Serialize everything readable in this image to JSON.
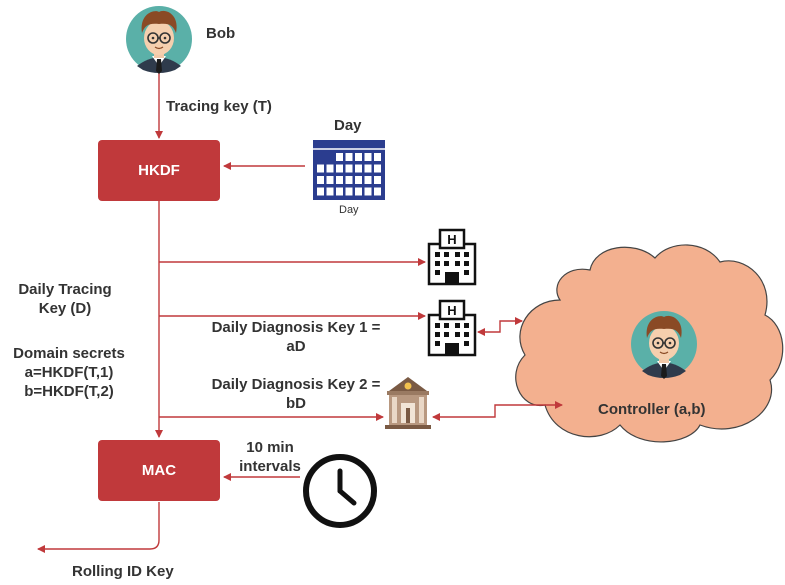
{
  "nodes": {
    "bob": "Bob",
    "hkdf": "HKDF",
    "mac": "MAC",
    "controller": "Controller (a,b)"
  },
  "labels": {
    "tracing_key": "Tracing key (T)",
    "day_title": "Day",
    "day_caption": "Day",
    "daily_tracing_line1": "Daily Tracing",
    "daily_tracing_line2": "Key (D)",
    "domain_secrets_title": "Domain secrets",
    "domain_secret_a": "a=HKDF(T,1)",
    "domain_secret_b": "b=HKDF(T,2)",
    "diag1_line1": "Daily Diagnosis Key 1  =",
    "diag1_line2": "aD",
    "diag2_line1": "Daily Diagnosis Key 2 =",
    "diag2_line2": "bD",
    "interval_line1": "10 min",
    "interval_line2": "intervals",
    "rolling_id": "Rolling ID Key"
  },
  "icons": [
    "person-avatar-icon",
    "calendar-icon",
    "hospital-icon",
    "bank-icon",
    "clock-icon",
    "cloud-shape"
  ],
  "colors": {
    "box": "#c0393b",
    "arrow": "#c0393b",
    "cloud": "#f3b08f",
    "avatar_bg": "#5ab0a8",
    "calendar": "#2b3d8f",
    "text": "#333333"
  }
}
